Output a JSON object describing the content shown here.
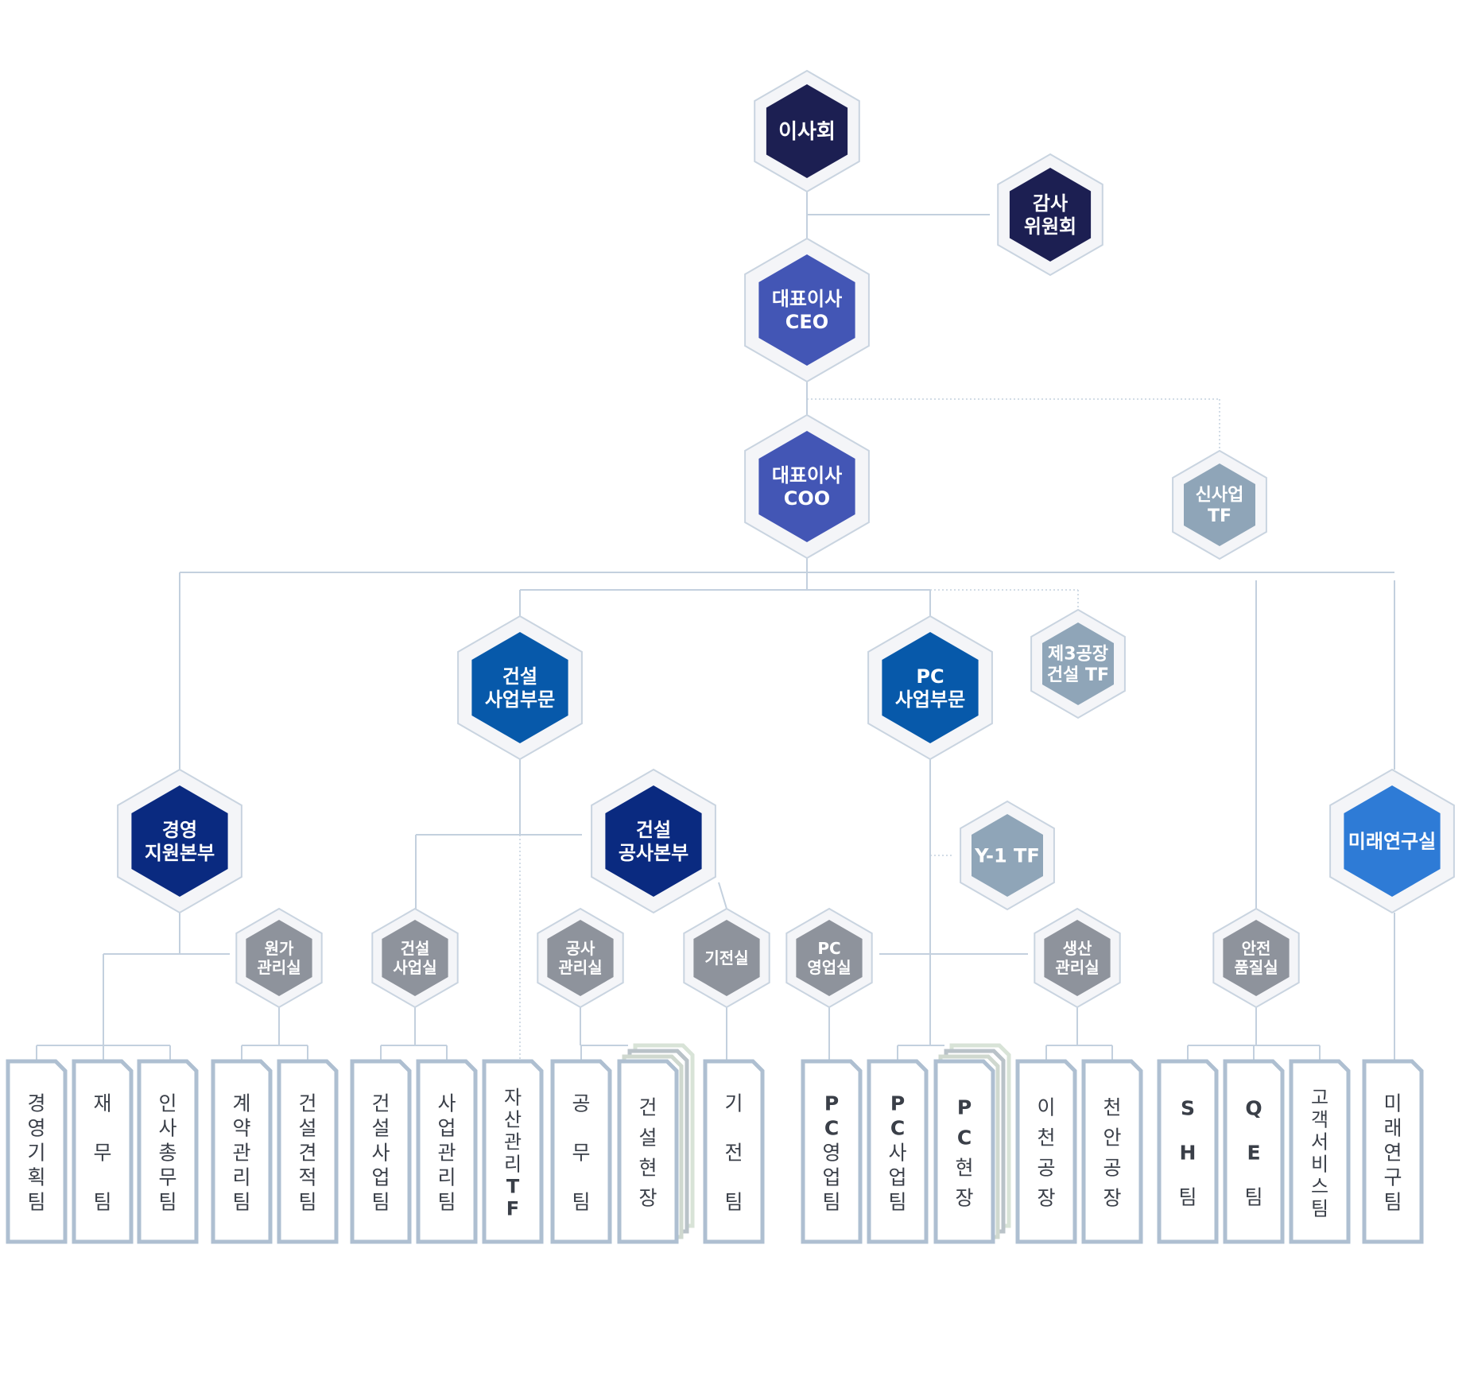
{
  "colors": {
    "navy": "#1c1f52",
    "royal": "#4356b5",
    "deep_blue": "#0a2a80",
    "mid_blue": "#0759aa",
    "bright_blue": "#2e7bd6",
    "slate": "#8fa5b8",
    "gray": "#8e939c",
    "line": "#c3d0de",
    "card_border": "#aebfd1",
    "hex_outer_fill": "#f4f5f8",
    "hex_outer_stroke": "#c9d4e0"
  },
  "hexes": [
    {
      "id": "board",
      "lines": [
        "이사회"
      ],
      "color": "navy"
    },
    {
      "id": "audit",
      "lines": [
        "감사",
        "위원회"
      ],
      "color": "navy"
    },
    {
      "id": "ceo",
      "lines": [
        "대표이사",
        "CEO"
      ],
      "color": "royal"
    },
    {
      "id": "coo",
      "lines": [
        "대표이사",
        "COO"
      ],
      "color": "royal"
    },
    {
      "id": "newbiz",
      "lines": [
        "신사업",
        "TF"
      ],
      "color": "slate"
    },
    {
      "id": "const_div",
      "lines": [
        "건설",
        "사업부문"
      ],
      "color": "mid_blue"
    },
    {
      "id": "pc_div",
      "lines": [
        "PC",
        "사업부문"
      ],
      "color": "mid_blue"
    },
    {
      "id": "plant3",
      "lines": [
        "제3공장",
        "건설 TF"
      ],
      "color": "slate"
    },
    {
      "id": "mgmt",
      "lines": [
        "경영",
        "지원본부"
      ],
      "color": "deep_blue"
    },
    {
      "id": "const_hq",
      "lines": [
        "건설",
        "공사본부"
      ],
      "color": "deep_blue"
    },
    {
      "id": "y1",
      "lines": [
        "Y-1 TF"
      ],
      "color": "slate"
    },
    {
      "id": "future",
      "lines": [
        "미래연구실"
      ],
      "color": "bright_blue"
    },
    {
      "id": "cost",
      "lines": [
        "원가",
        "관리실"
      ],
      "color": "gray"
    },
    {
      "id": "const_biz",
      "lines": [
        "건설",
        "사업실"
      ],
      "color": "gray"
    },
    {
      "id": "work_mgmt",
      "lines": [
        "공사",
        "관리실"
      ],
      "color": "gray"
    },
    {
      "id": "elec",
      "lines": [
        "기전실"
      ],
      "color": "gray"
    },
    {
      "id": "pc_sales",
      "lines": [
        "PC",
        "영업실"
      ],
      "color": "gray"
    },
    {
      "id": "prod",
      "lines": [
        "생산",
        "관리실"
      ],
      "color": "gray"
    },
    {
      "id": "safety",
      "lines": [
        "안전",
        "품질실"
      ],
      "color": "gray"
    }
  ],
  "teams": [
    {
      "id": "t_plan",
      "label": "경영기획팀"
    },
    {
      "id": "t_fin",
      "label": "재 무 팀"
    },
    {
      "id": "t_hr",
      "label": "인사총무팀"
    },
    {
      "id": "t_contract",
      "label": "계약관리팀"
    },
    {
      "id": "t_estimate",
      "label": "건설견적팀"
    },
    {
      "id": "t_cbiz",
      "label": "건설사업팀"
    },
    {
      "id": "t_bizmgmt",
      "label": "사업관리팀"
    },
    {
      "id": "t_asset",
      "label": "자산관리TF"
    },
    {
      "id": "t_works",
      "label": "공 무 팀"
    },
    {
      "id": "t_site",
      "label": "건설현장",
      "stack": true
    },
    {
      "id": "t_elec",
      "label": "기 전 팀"
    },
    {
      "id": "t_pcsales",
      "label": "PC영업팀"
    },
    {
      "id": "t_pcbiz",
      "label": "PC사업팀"
    },
    {
      "id": "t_pcsite",
      "label": "PC현장",
      "stack": true
    },
    {
      "id": "t_icheon",
      "label": "이천공장"
    },
    {
      "id": "t_cheonan",
      "label": "천안공장"
    },
    {
      "id": "t_sh",
      "label": "SH팀"
    },
    {
      "id": "t_qe",
      "label": "QE팀"
    },
    {
      "id": "t_cs",
      "label": "고객서비스팀"
    },
    {
      "id": "t_future",
      "label": "미래연구팀"
    }
  ]
}
